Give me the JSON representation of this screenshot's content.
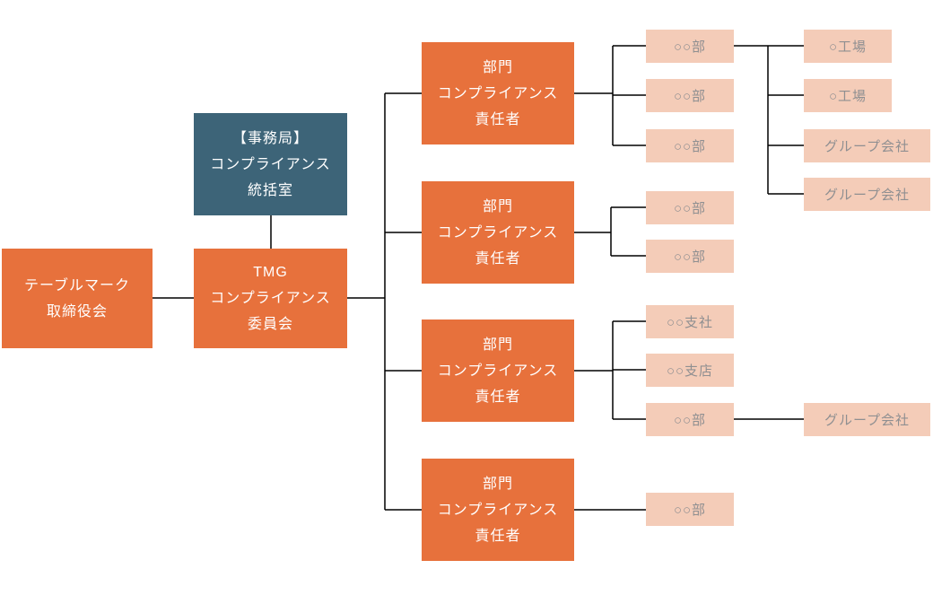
{
  "colors": {
    "primary": "#e7713c",
    "secondary": "#3d6478",
    "tertiary": "#f4ccb8",
    "tertiary_text": "#8f8f91",
    "connector": "#000000",
    "background": "#ffffff"
  },
  "org": {
    "board": {
      "label": "テーブルマーク\n取締役会"
    },
    "secretariat": {
      "label": "【事務局】\nコンプライアンス\n統括室"
    },
    "committee": {
      "label": "TMG\nコンプライアンス\n委員会"
    },
    "departments": [
      {
        "label": "部門\nコンプライアンス\n責任者",
        "units": [
          "○○部",
          "○○部",
          "○○部"
        ],
        "partners": [
          "○工場",
          "○工場",
          "グループ会社",
          "グループ会社"
        ]
      },
      {
        "label": "部門\nコンプライアンス\n責任者",
        "units": [
          "○○部",
          "○○部"
        ],
        "partners": []
      },
      {
        "label": "部門\nコンプライアンス\n責任者",
        "units": [
          "○○支社",
          "○○支店",
          "○○部"
        ],
        "partners": [
          "グループ会社"
        ]
      },
      {
        "label": "部門\nコンプライアンス\n責任者",
        "units": [
          "○○部"
        ],
        "partners": []
      }
    ]
  }
}
